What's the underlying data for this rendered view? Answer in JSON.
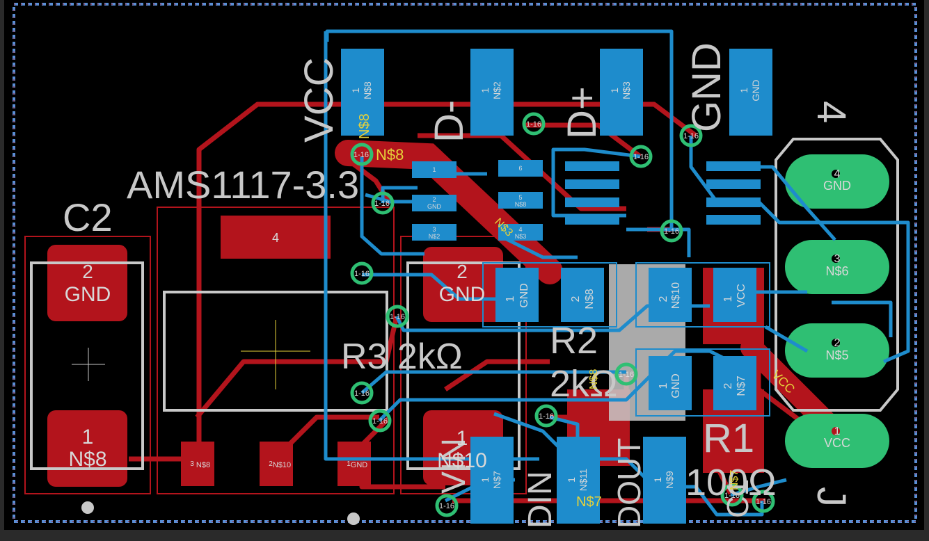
{
  "colors": {
    "background": "#000000",
    "frame": "#2a2a2a",
    "board_outline": "#5a8fd6",
    "top_copper": "#b3141c",
    "bottom_copper": "#1e8ccc",
    "silkscreen": "#c8c8c8",
    "via": "#2fbf73",
    "net_label": "#e6d23a"
  },
  "silkscreen": {
    "vcc": "VCC",
    "gnd": "GND",
    "d_minus": "D-",
    "d_plus": "D+",
    "ams": "AMS1117-3.3",
    "c2": "C2",
    "r3": "R3 2kΩ",
    "r2_name": "R2",
    "r2_value": "2kΩ",
    "r1_name": "R1",
    "r1_value": "100Ω",
    "din": "DIN",
    "vin": "VIN",
    "c": "C",
    "dout": "DOUT",
    "header_num": "4",
    "j": "J",
    "c1": "C1"
  },
  "pads": {
    "c2_p2_num": "2",
    "c2_p2_name": "GND",
    "c2_p1_num": "1",
    "c2_p1_name": "N$8",
    "reg_tab": "4",
    "reg_p3_num": "3",
    "reg_p3_name": "N$8",
    "reg_p2_num": "2",
    "reg_p2_name": "N$10",
    "reg_p1_num": "1",
    "reg_p1_name": "GND",
    "cap_p2_num": "2",
    "cap_p2_name": "GND",
    "cap_p1_num": "1",
    "cap_p1_name": "N$10",
    "usb1_num": "1",
    "usb1_name": "N$8",
    "usb2_num": "1",
    "usb2_name": "N$2",
    "usb3_num": "1",
    "usb3_name": "N$3",
    "usb4_num": "1",
    "usb4_name": "GND",
    "ic_1": "1",
    "ic_2": "2",
    "ic_2n": "GND",
    "ic_3": "3",
    "ic_3n": "N$2",
    "ic_6": "6",
    "ic_5": "5",
    "ic_5n": "N$8",
    "ic_4": "4",
    "ic_4n": "N$3",
    "c4a_num": "1",
    "c4a_name": "GND",
    "c4b_num": "2",
    "c4b_name": "N$8",
    "r2a_num": "2",
    "r2a_name": "N$10",
    "r2b_num": "1",
    "r2b_name": "VCC",
    "r1a_num": "1",
    "r1a_name": "GND",
    "r1b_num": "2",
    "r1b_name": "N$7",
    "b1_num": "1",
    "b1_name": "N$7",
    "b2_num": "1",
    "b2_name": "N$11",
    "b3_num": "1",
    "b3_name": "N$9",
    "j4_num": "4",
    "j4_name": "GND",
    "j3_num": "3",
    "j3_name": "N$6",
    "j2_num": "2",
    "j2_name": "N$5",
    "j1_num": "1",
    "j1_name": "VCC"
  },
  "nets": {
    "n8_a": "N$8",
    "n8_b": "N$8",
    "n3": "N$3",
    "n8_c": "N$8",
    "n7": "N$7",
    "n7_b": "N$7",
    "vcc": "VCC"
  },
  "via_label": "1-16"
}
